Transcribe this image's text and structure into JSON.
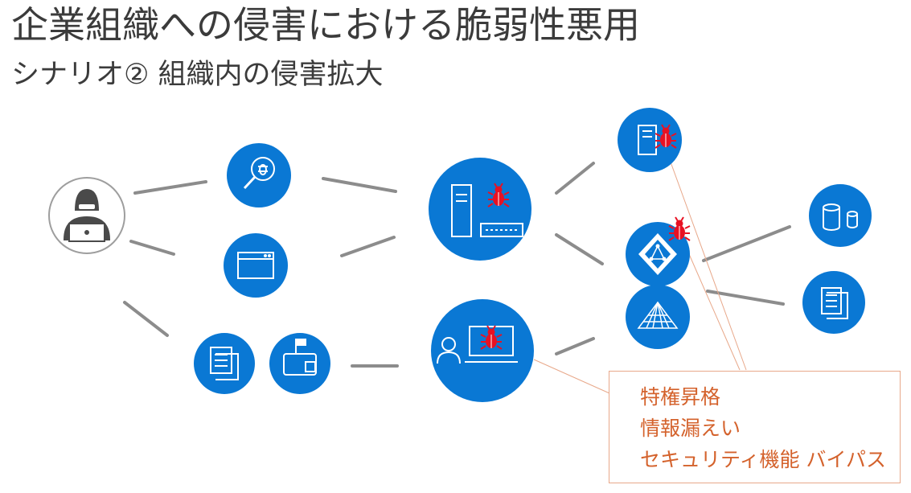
{
  "slide": {
    "title": "企業組織への侵害における脆弱性悪用",
    "subtitle": "シナリオ② 組織内の侵害拡大"
  },
  "callout": {
    "items": [
      "特権昇格",
      "情報漏えい",
      "セキュリティ機能 バイパス"
    ]
  },
  "colors": {
    "node_blue": "#0a78d4",
    "connector_gray": "#8c8c8c",
    "malware_red": "#e81123",
    "callout_orange": "#d4622c"
  },
  "icons": [
    "attacker-icon",
    "bug-search-icon",
    "browser-window-icon",
    "document-icon",
    "mailbox-icon",
    "server-icon",
    "user-workstation-icon",
    "mobile-device-icon",
    "active-directory-icon",
    "network-pyramid-icon",
    "database-icon",
    "document-stack-icon",
    "malware-bug-icon"
  ]
}
